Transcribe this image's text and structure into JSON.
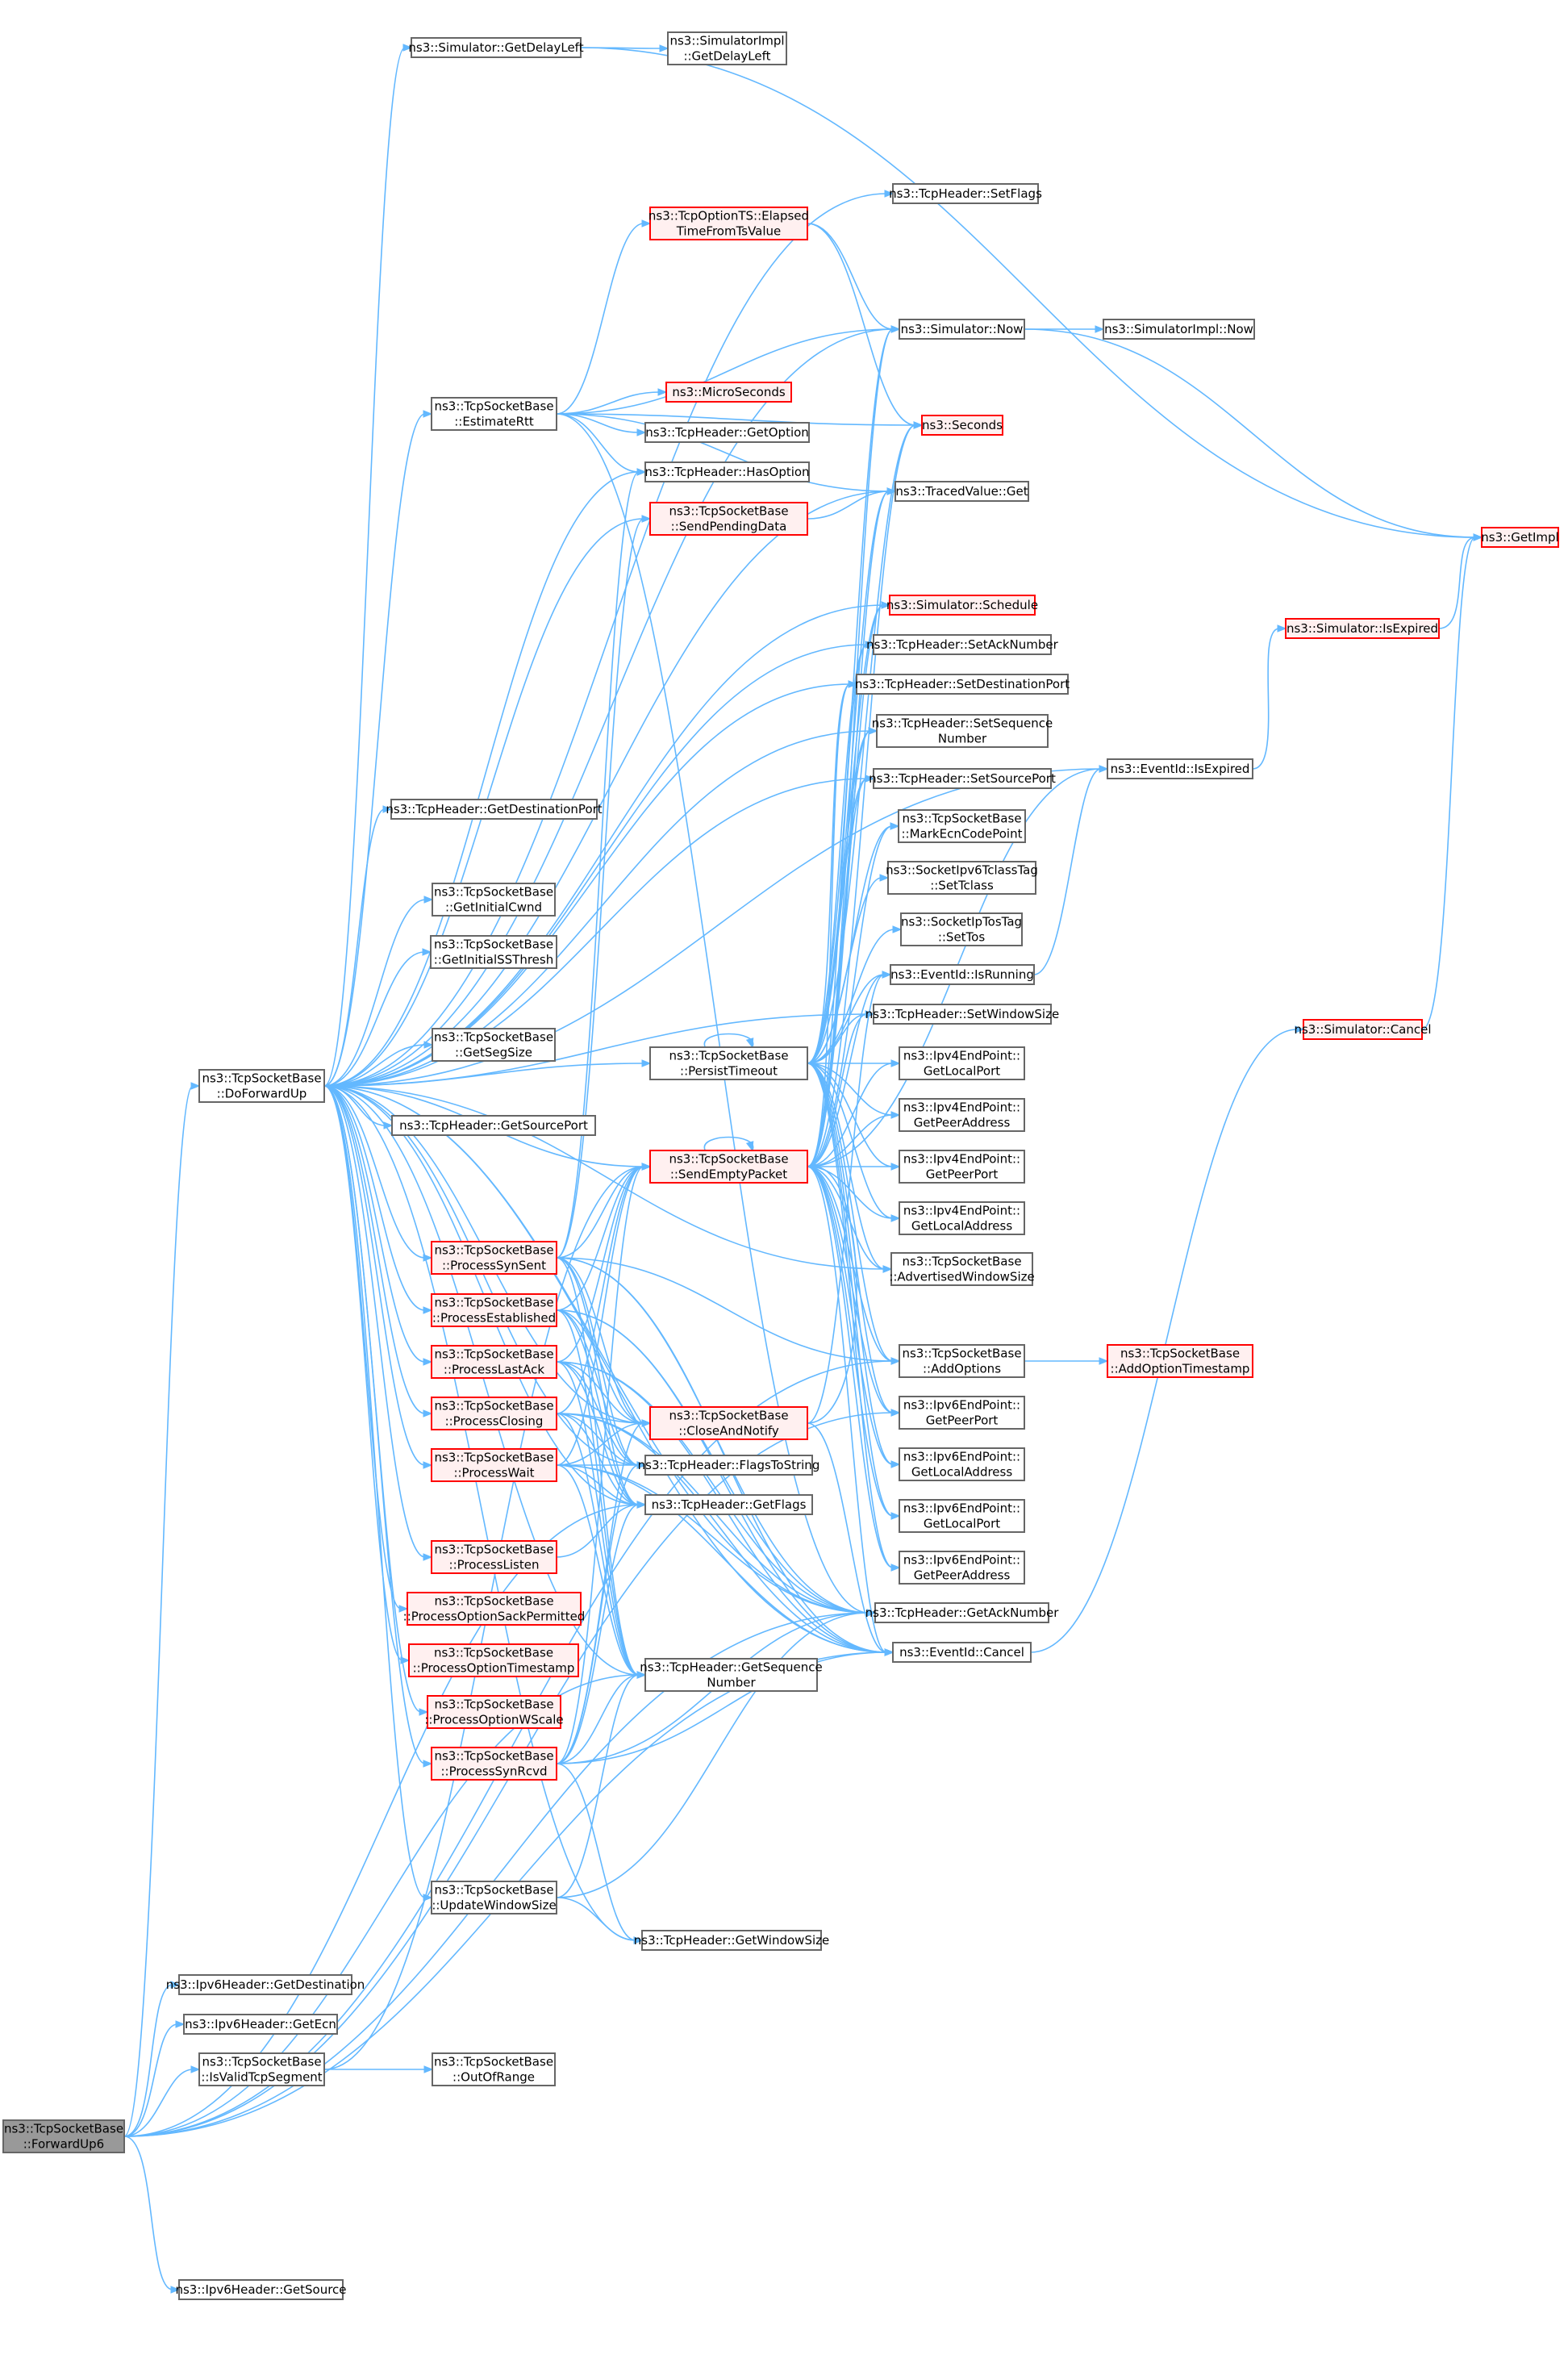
{
  "nodes": [
    {
      "id": "forwardup6",
      "lines": [
        "ns3::TcpSocketBase",
        "::ForwardUp6"
      ],
      "style": "root"
    },
    {
      "id": "doforwardup",
      "lines": [
        "ns3::TcpSocketBase",
        "::DoForwardUp"
      ],
      "style": "normal"
    },
    {
      "id": "getdelayleft",
      "lines": [
        "ns3::Simulator::GetDelayLeft"
      ],
      "style": "normal"
    },
    {
      "id": "implgetdelayleft",
      "lines": [
        "ns3::SimulatorImpl",
        "::GetDelayLeft"
      ],
      "style": "normal"
    },
    {
      "id": "setflags",
      "lines": [
        "ns3::TcpHeader::SetFlags"
      ],
      "style": "normal"
    },
    {
      "id": "elapsed",
      "lines": [
        "ns3::TcpOptionTS::Elapsed",
        "TimeFromTsValue"
      ],
      "style": "red"
    },
    {
      "id": "now",
      "lines": [
        "ns3::Simulator::Now"
      ],
      "style": "normal"
    },
    {
      "id": "implnow",
      "lines": [
        "ns3::SimulatorImpl::Now"
      ],
      "style": "normal"
    },
    {
      "id": "estimatertt",
      "lines": [
        "ns3::TcpSocketBase",
        "::EstimateRtt"
      ],
      "style": "normal"
    },
    {
      "id": "microseconds",
      "lines": [
        "ns3::MicroSeconds"
      ],
      "style": "red"
    },
    {
      "id": "seconds",
      "lines": [
        "ns3::Seconds"
      ],
      "style": "red"
    },
    {
      "id": "getoption",
      "lines": [
        "ns3::TcpHeader::GetOption"
      ],
      "style": "normal"
    },
    {
      "id": "hasoption",
      "lines": [
        "ns3::TcpHeader::HasOption"
      ],
      "style": "normal"
    },
    {
      "id": "sendpending",
      "lines": [
        "ns3::TcpSocketBase",
        "::SendPendingData"
      ],
      "style": "red"
    },
    {
      "id": "tracedget",
      "lines": [
        "ns3::TracedValue::Get"
      ],
      "style": "normal"
    },
    {
      "id": "getimpl",
      "lines": [
        "ns3::GetImpl"
      ],
      "style": "red"
    },
    {
      "id": "schedule",
      "lines": [
        "ns3::Simulator::Schedule"
      ],
      "style": "red"
    },
    {
      "id": "setacknumber",
      "lines": [
        "ns3::TcpHeader::SetAckNumber"
      ],
      "style": "normal"
    },
    {
      "id": "isexpiredsim",
      "lines": [
        "ns3::Simulator::IsExpired"
      ],
      "style": "red"
    },
    {
      "id": "setdestport",
      "lines": [
        "ns3::TcpHeader::SetDestinationPort"
      ],
      "style": "normal"
    },
    {
      "id": "setseqnumber",
      "lines": [
        "ns3::TcpHeader::SetSequence",
        "Number"
      ],
      "style": "normal"
    },
    {
      "id": "eventisexpired",
      "lines": [
        "ns3::EventId::IsExpired"
      ],
      "style": "normal"
    },
    {
      "id": "setsourceport",
      "lines": [
        "ns3::TcpHeader::SetSourcePort"
      ],
      "style": "normal"
    },
    {
      "id": "getdestport",
      "lines": [
        "ns3::TcpHeader::GetDestinationPort"
      ],
      "style": "normal"
    },
    {
      "id": "markecn",
      "lines": [
        "ns3::TcpSocketBase",
        "::MarkEcnCodePoint"
      ],
      "style": "normal"
    },
    {
      "id": "settclass",
      "lines": [
        "ns3::SocketIpv6TclassTag",
        "::SetTclass"
      ],
      "style": "normal"
    },
    {
      "id": "getinitialcwnd",
      "lines": [
        "ns3::TcpSocketBase",
        "::GetInitialCwnd"
      ],
      "style": "normal"
    },
    {
      "id": "settos",
      "lines": [
        "ns3::SocketIpTosTag",
        "::SetTos"
      ],
      "style": "normal"
    },
    {
      "id": "getinitialssth",
      "lines": [
        "ns3::TcpSocketBase",
        "::GetInitialSSThresh"
      ],
      "style": "normal"
    },
    {
      "id": "isrunning",
      "lines": [
        "ns3::EventId::IsRunning"
      ],
      "style": "normal"
    },
    {
      "id": "setwindowsize",
      "lines": [
        "ns3::TcpHeader::SetWindowSize"
      ],
      "style": "normal"
    },
    {
      "id": "simcancel",
      "lines": [
        "ns3::Simulator::Cancel"
      ],
      "style": "red"
    },
    {
      "id": "getsegsize",
      "lines": [
        "ns3::TcpSocketBase",
        "::GetSegSize"
      ],
      "style": "normal"
    },
    {
      "id": "persisttimeout",
      "lines": [
        "ns3::TcpSocketBase",
        "::PersistTimeout"
      ],
      "style": "normal"
    },
    {
      "id": "ipv4localport",
      "lines": [
        "ns3::Ipv4EndPoint::",
        "GetLocalPort"
      ],
      "style": "normal"
    },
    {
      "id": "ipv4peeraddr",
      "lines": [
        "ns3::Ipv4EndPoint::",
        "GetPeerAddress"
      ],
      "style": "normal"
    },
    {
      "id": "getsourceport",
      "lines": [
        "ns3::TcpHeader::GetSourcePort"
      ],
      "style": "normal"
    },
    {
      "id": "sendempty",
      "lines": [
        "ns3::TcpSocketBase",
        "::SendEmptyPacket"
      ],
      "style": "red"
    },
    {
      "id": "ipv4peerport",
      "lines": [
        "ns3::Ipv4EndPoint::",
        "GetPeerPort"
      ],
      "style": "normal"
    },
    {
      "id": "ipv4localaddr",
      "lines": [
        "ns3::Ipv4EndPoint::",
        "GetLocalAddress"
      ],
      "style": "normal"
    },
    {
      "id": "synsent",
      "lines": [
        "ns3::TcpSocketBase",
        "::ProcessSynSent"
      ],
      "style": "red"
    },
    {
      "id": "advwindow",
      "lines": [
        "ns3::TcpSocketBase",
        "::AdvertisedWindowSize"
      ],
      "style": "normal"
    },
    {
      "id": "established",
      "lines": [
        "ns3::TcpSocketBase",
        "::ProcessEstablished"
      ],
      "style": "red"
    },
    {
      "id": "addoptions",
      "lines": [
        "ns3::TcpSocketBase",
        "::AddOptions"
      ],
      "style": "normal"
    },
    {
      "id": "addoptionts",
      "lines": [
        "ns3::TcpSocketBase",
        "::AddOptionTimestamp"
      ],
      "style": "red"
    },
    {
      "id": "lastack",
      "lines": [
        "ns3::TcpSocketBase",
        "::ProcessLastAck"
      ],
      "style": "red"
    },
    {
      "id": "ipv6peerport",
      "lines": [
        "ns3::Ipv6EndPoint::",
        "GetPeerPort"
      ],
      "style": "normal"
    },
    {
      "id": "closing",
      "lines": [
        "ns3::TcpSocketBase",
        "::ProcessClosing"
      ],
      "style": "red"
    },
    {
      "id": "closeandnotify",
      "lines": [
        "ns3::TcpSocketBase",
        "::CloseAndNotify"
      ],
      "style": "red"
    },
    {
      "id": "ipv6localaddr",
      "lines": [
        "ns3::Ipv6EndPoint::",
        "GetLocalAddress"
      ],
      "style": "normal"
    },
    {
      "id": "flagstostring",
      "lines": [
        "ns3::TcpHeader::FlagsToString"
      ],
      "style": "normal"
    },
    {
      "id": "processwait",
      "lines": [
        "ns3::TcpSocketBase",
        "::ProcessWait"
      ],
      "style": "red"
    },
    {
      "id": "getflags",
      "lines": [
        "ns3::TcpHeader::GetFlags"
      ],
      "style": "normal"
    },
    {
      "id": "ipv6localport",
      "lines": [
        "ns3::Ipv6EndPoint::",
        "GetLocalPort"
      ],
      "style": "normal"
    },
    {
      "id": "processlisten",
      "lines": [
        "ns3::TcpSocketBase",
        "::ProcessListen"
      ],
      "style": "red"
    },
    {
      "id": "ipv6peeraddr",
      "lines": [
        "ns3::Ipv6EndPoint::",
        "GetPeerAddress"
      ],
      "style": "normal"
    },
    {
      "id": "sackperm",
      "lines": [
        "ns3::TcpSocketBase",
        "::ProcessOptionSackPermitted"
      ],
      "style": "red"
    },
    {
      "id": "getacknumber",
      "lines": [
        "ns3::TcpHeader::GetAckNumber"
      ],
      "style": "normal"
    },
    {
      "id": "optts",
      "lines": [
        "ns3::TcpSocketBase",
        "::ProcessOptionTimestamp"
      ],
      "style": "red"
    },
    {
      "id": "eventcancel",
      "lines": [
        "ns3::EventId::Cancel"
      ],
      "style": "normal"
    },
    {
      "id": "getseqnumber",
      "lines": [
        "ns3::TcpHeader::GetSequence",
        "Number"
      ],
      "style": "normal"
    },
    {
      "id": "wscale",
      "lines": [
        "ns3::TcpSocketBase",
        "::ProcessOptionWScale"
      ],
      "style": "red"
    },
    {
      "id": "synrcvd",
      "lines": [
        "ns3::TcpSocketBase",
        "::ProcessSynRcvd"
      ],
      "style": "red"
    },
    {
      "id": "updatewindow",
      "lines": [
        "ns3::TcpSocketBase",
        "::UpdateWindowSize"
      ],
      "style": "normal"
    },
    {
      "id": "getwindowsize",
      "lines": [
        "ns3::TcpHeader::GetWindowSize"
      ],
      "style": "normal"
    },
    {
      "id": "ipv6getdest",
      "lines": [
        "ns3::Ipv6Header::GetDestination"
      ],
      "style": "normal"
    },
    {
      "id": "ipv6getecn",
      "lines": [
        "ns3::Ipv6Header::GetEcn"
      ],
      "style": "normal"
    },
    {
      "id": "isvalidseg",
      "lines": [
        "ns3::TcpSocketBase",
        "::IsValidTcpSegment"
      ],
      "style": "normal"
    },
    {
      "id": "outofrange",
      "lines": [
        "ns3::TcpSocketBase",
        "::OutOfRange"
      ],
      "style": "normal"
    },
    {
      "id": "ipv6getsource",
      "lines": [
        "ns3::Ipv6Header::GetSource"
      ],
      "style": "normal"
    }
  ],
  "colors": {
    "edge": "#63b8ff",
    "node_border": "#666666",
    "node_fill": "#ffffff",
    "red_border": "#ff0000",
    "red_fill": "#fff0f0",
    "root_fill": "#999999"
  }
}
